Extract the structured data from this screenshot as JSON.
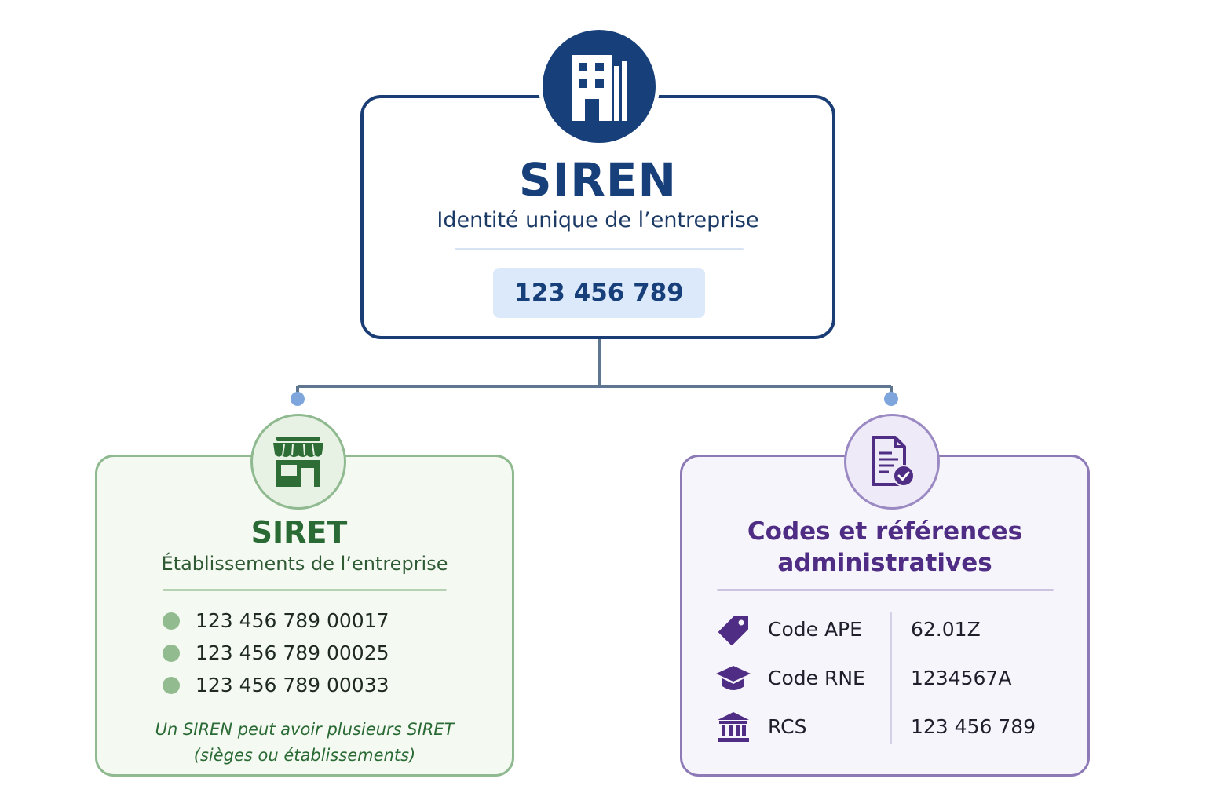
{
  "siren": {
    "title": "SIREN",
    "subtitle": "Identité unique de l’entreprise",
    "number": "123 456 789",
    "icon": "building-icon",
    "color": "#173f7a"
  },
  "siret": {
    "title": "SIRET",
    "subtitle": "Établissements de l’entreprise",
    "icon": "storefront-icon",
    "items": [
      {
        "number": "123 456 789 00017"
      },
      {
        "number": "123 456 789 00025"
      },
      {
        "number": "123 456 789 00033"
      }
    ],
    "note_line1": "Un SIREN peut avoir plusieurs SIRET",
    "note_line2": "(sièges ou établissements)",
    "color": "#2a6a34"
  },
  "codes": {
    "title_line1": "Codes et références",
    "title_line2": "administratives",
    "icon": "document-check-icon",
    "rows": [
      {
        "icon": "tag-icon",
        "label": "Code APE",
        "value": "62.01Z"
      },
      {
        "icon": "graduation-cap-icon",
        "label": "Code RNE",
        "value": "1234567A"
      },
      {
        "icon": "bank-building-icon",
        "label": "RCS",
        "value": "123 456 789"
      }
    ],
    "color": "#4f2d84"
  }
}
